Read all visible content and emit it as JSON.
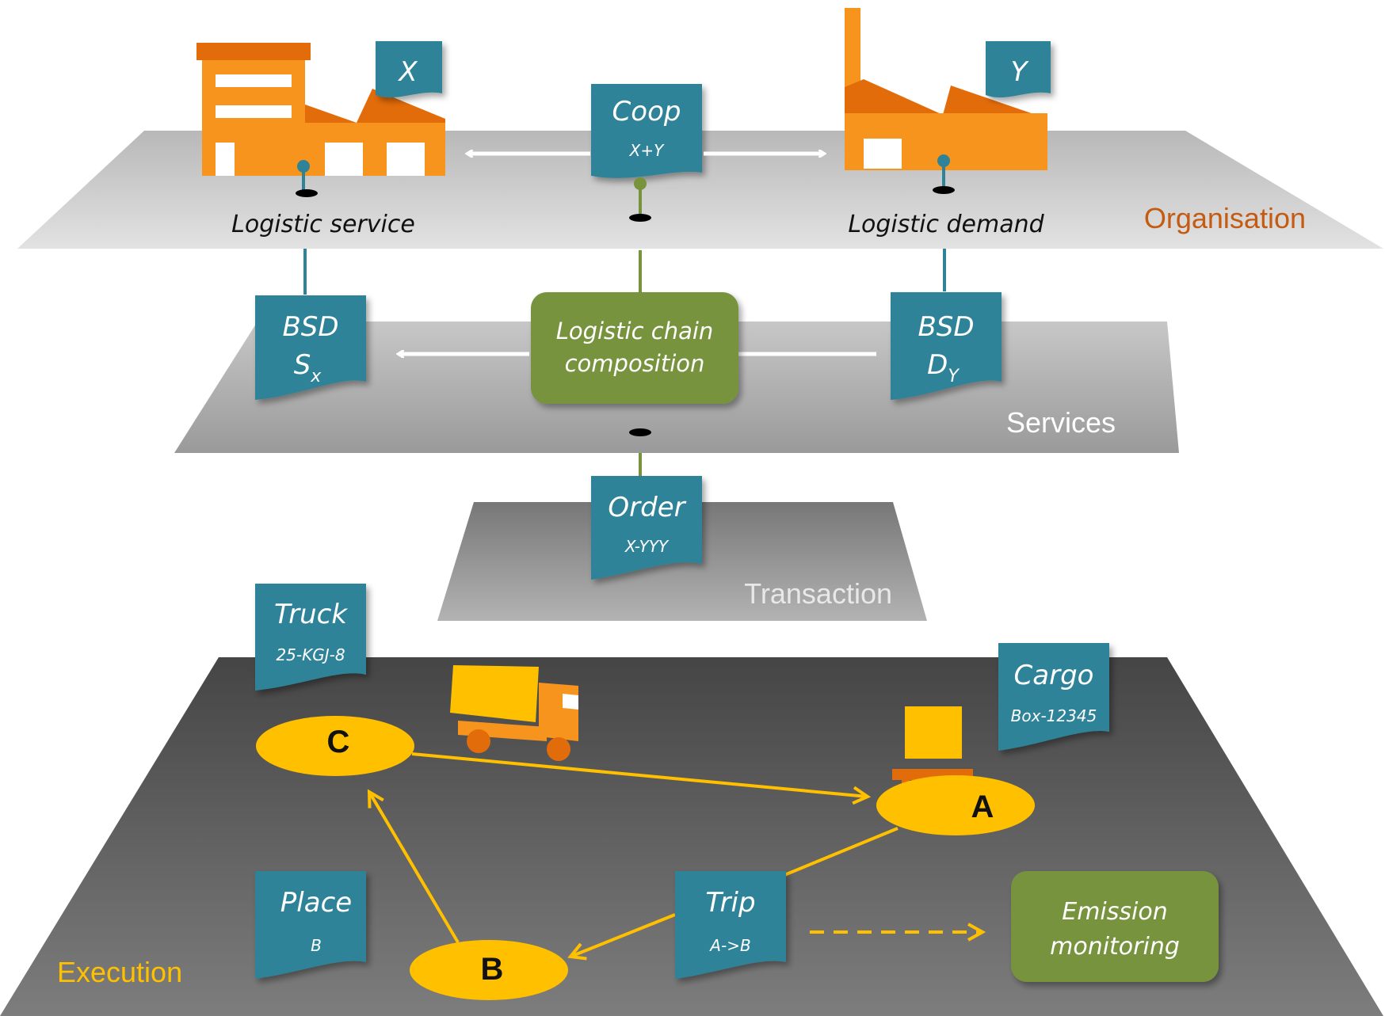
{
  "layers": {
    "organisation": "Organisation",
    "services": "Services",
    "transaction": "Transaction",
    "execution": "Execution"
  },
  "organisation": {
    "service_caption": "Logistic service",
    "demand_caption": "Logistic demand",
    "doc_x": "X",
    "doc_y": "Y",
    "coop_title": "Coop",
    "coop_sub": "X+Y"
  },
  "services": {
    "bsd_left_title": "BSD",
    "bsd_left_sub": "S",
    "bsd_left_subscript": "x",
    "bsd_right_title": "BSD",
    "bsd_right_sub": "D",
    "bsd_right_subscript": "Y",
    "chain_line1": "Logistic chain",
    "chain_line2": "composition"
  },
  "transaction": {
    "order_title": "Order",
    "order_sub": "X-YYY"
  },
  "execution": {
    "truck_title": "Truck",
    "truck_sub": "25-KGJ-8",
    "cargo_title": "Cargo",
    "cargo_sub": "Box-12345",
    "place_title": "Place",
    "place_sub": "B",
    "trip_title": "Trip",
    "trip_sub": "A->B",
    "emission_line1": "Emission",
    "emission_line2": "monitoring",
    "node_a": "A",
    "node_b": "B",
    "node_c": "C"
  },
  "colors": {
    "doc_teal": "#2e8398",
    "building_orange": "#f7941d",
    "roof_orange": "#e36c0a",
    "green_box": "#77933c",
    "node_yellow": "#ffc000",
    "organisation_text": "#c55a11",
    "execution_text": "#ffc000"
  }
}
